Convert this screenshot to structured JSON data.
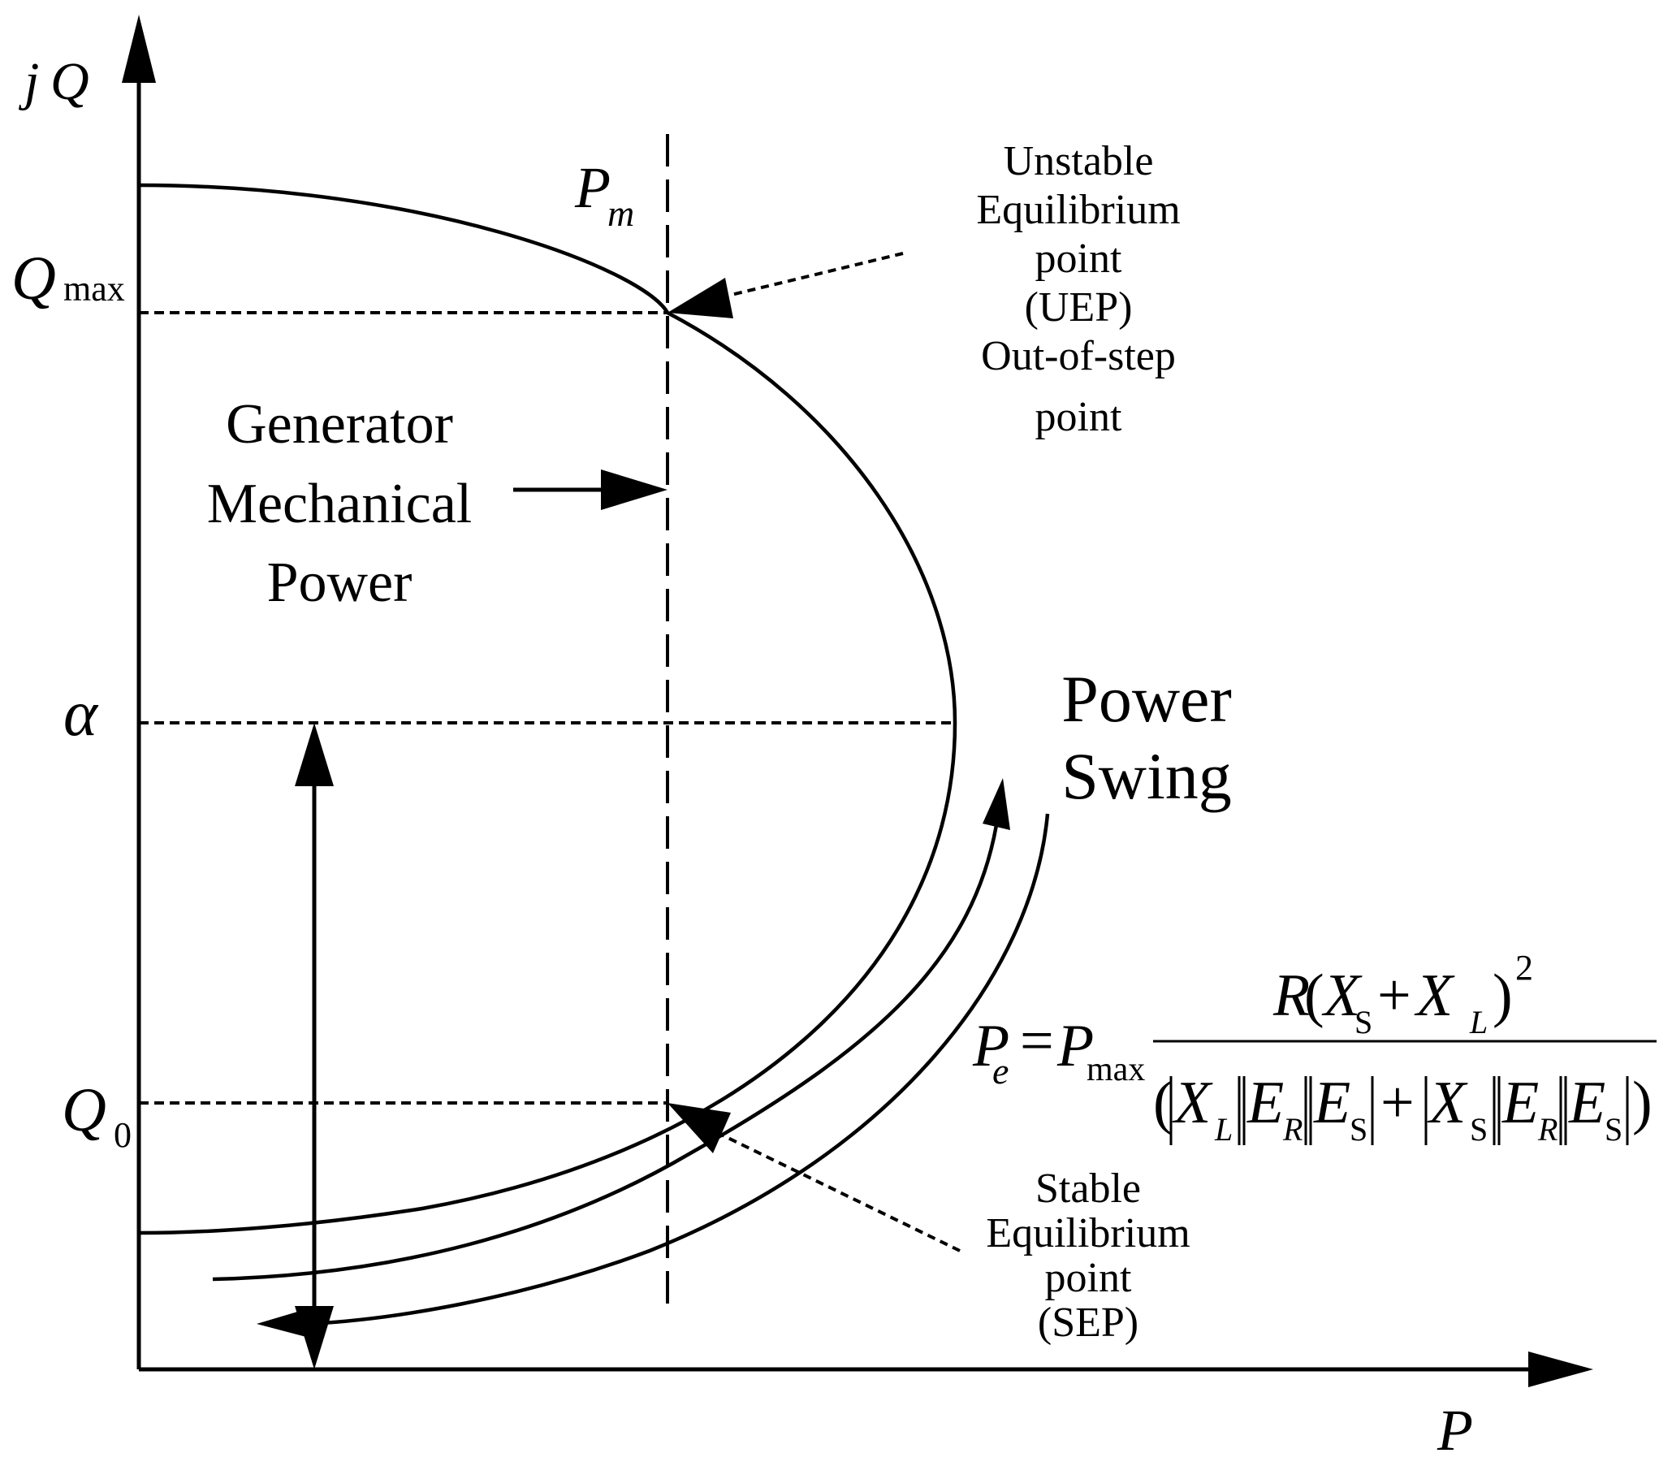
{
  "axes": {
    "y_label_j": "j",
    "y_label_Q": "Q",
    "x_label": "P"
  },
  "y_ticks": {
    "qmax_main": "Q",
    "qmax_sub": "max",
    "alpha": "α",
    "q0_main": "Q",
    "q0_sub": "0"
  },
  "pm_label": {
    "main": "P",
    "sub": "m"
  },
  "labels": {
    "mech_power": [
      "Generator",
      "Mechanical",
      "Power"
    ],
    "uep": [
      "Unstable",
      "Equilibrium",
      "point",
      "(UEP)",
      "Out-of-step",
      "point"
    ],
    "power_swing": [
      "Power",
      "Swing"
    ],
    "sep": [
      "Stable",
      "Equilibrium",
      "point",
      "(SEP)"
    ]
  },
  "formula": {
    "lhs_P": "P",
    "lhs_sub_e": "e",
    "equals": "=",
    "rhs_P": "P",
    "rhs_sub_max": "max",
    "num_R": "R",
    "num_lparen": "(",
    "num_X1": "X",
    "num_sub_S": "S",
    "num_plus": "+",
    "num_X2": "X",
    "num_sub_L": "L",
    "num_rparen": ")",
    "num_sup_2": "2",
    "den_lparen": "(",
    "den_X1": "X",
    "den_sub_L": "L",
    "den_E1": "E",
    "den_sub_R1": "R",
    "den_E2": "E",
    "den_sub_S1": "S",
    "den_plus": "+",
    "den_X2": "X",
    "den_sub_S2": "S",
    "den_E3": "E",
    "den_sub_R2": "R",
    "den_E4": "E",
    "den_sub_S3": "S",
    "den_rparen": ")"
  }
}
